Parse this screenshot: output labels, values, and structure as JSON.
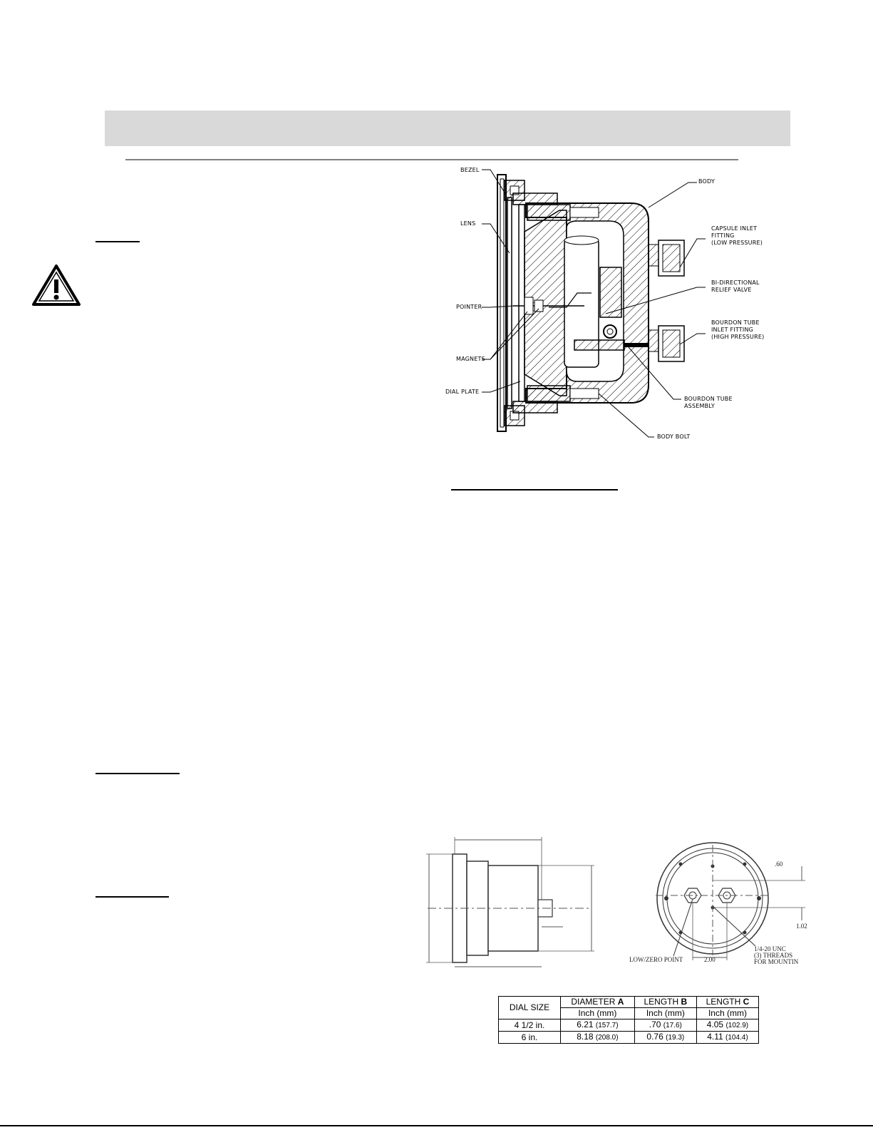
{
  "figure": {
    "labels": {
      "bezel": "BEZEL",
      "lens": "LENS",
      "pointer": "POINTER",
      "magnets": "MAGNETS",
      "dial_plate": "DIAL PLATE",
      "body": "BODY",
      "capsule_inlet": "CAPSULE INLET\nFITTING\n(LOW PRESSURE)",
      "relief_valve": "BI-DIRECTIONAL\nRELIEF VALVE",
      "bourdon_inlet": "BOURDON TUBE\nINLET FITTING\n(HIGH PRESSURE)",
      "bourdon_assembly": "BOURDON TUBE\nASSEMBLY",
      "body_bolt": "BODY BOLT"
    }
  },
  "drawing": {
    "labels": {
      "thread_note": "1/4-20 UNC\n(3) THREADS\nFOR MOUNTIN",
      "dim_200": "2.00",
      "dim_102": "1.02",
      "dim_top_right": ".60",
      "point_label": "LOW/ZERO POINT"
    }
  },
  "table": {
    "col_dial": "DIAL SIZE",
    "col_a": "DIAMETER ",
    "col_a_letter": "A",
    "col_b": "LENGTH ",
    "col_b_letter": "B",
    "col_c": "LENGTH ",
    "col_c_letter": "C",
    "unit": "Inch (mm)",
    "rows": [
      {
        "size": "4 1/2 in.",
        "a": "6.21",
        "a_mm": "(157.7)",
        "b": ".70",
        "b_mm": "(17.6)",
        "c": "4.05",
        "c_mm": "(102.9)"
      },
      {
        "size": "6 in.",
        "a": "8.18",
        "a_mm": "(208.0)",
        "b": "0.76",
        "b_mm": "(19.3)",
        "c": "4.11",
        "c_mm": "(104.4)"
      }
    ]
  }
}
